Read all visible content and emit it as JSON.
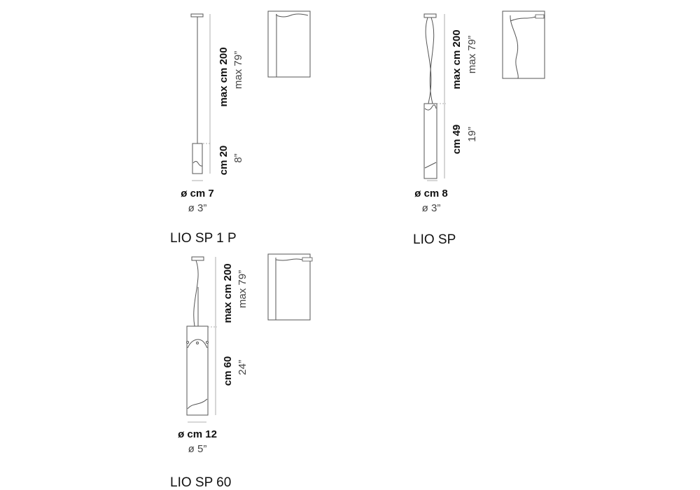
{
  "products": [
    {
      "name": "LIO SP 1 P",
      "max_cm": "max cm 200",
      "max_in": "max 79”",
      "height_cm": "cm 20",
      "height_in": "8”",
      "diam_cm": "ø cm 7",
      "diam_in": "ø 3”"
    },
    {
      "name": "LIO SP",
      "max_cm": "max cm 200",
      "max_in": "max 79”",
      "height_cm": "cm 49",
      "height_in": "19”",
      "diam_cm": "ø cm 8",
      "diam_in": "ø 3”"
    },
    {
      "name": "LIO SP 60",
      "max_cm": "max cm 200",
      "max_in": "max 79”",
      "height_cm": "cm 60",
      "height_in": "24”",
      "diam_cm": "ø cm 12",
      "diam_in": "ø 5”"
    }
  ]
}
